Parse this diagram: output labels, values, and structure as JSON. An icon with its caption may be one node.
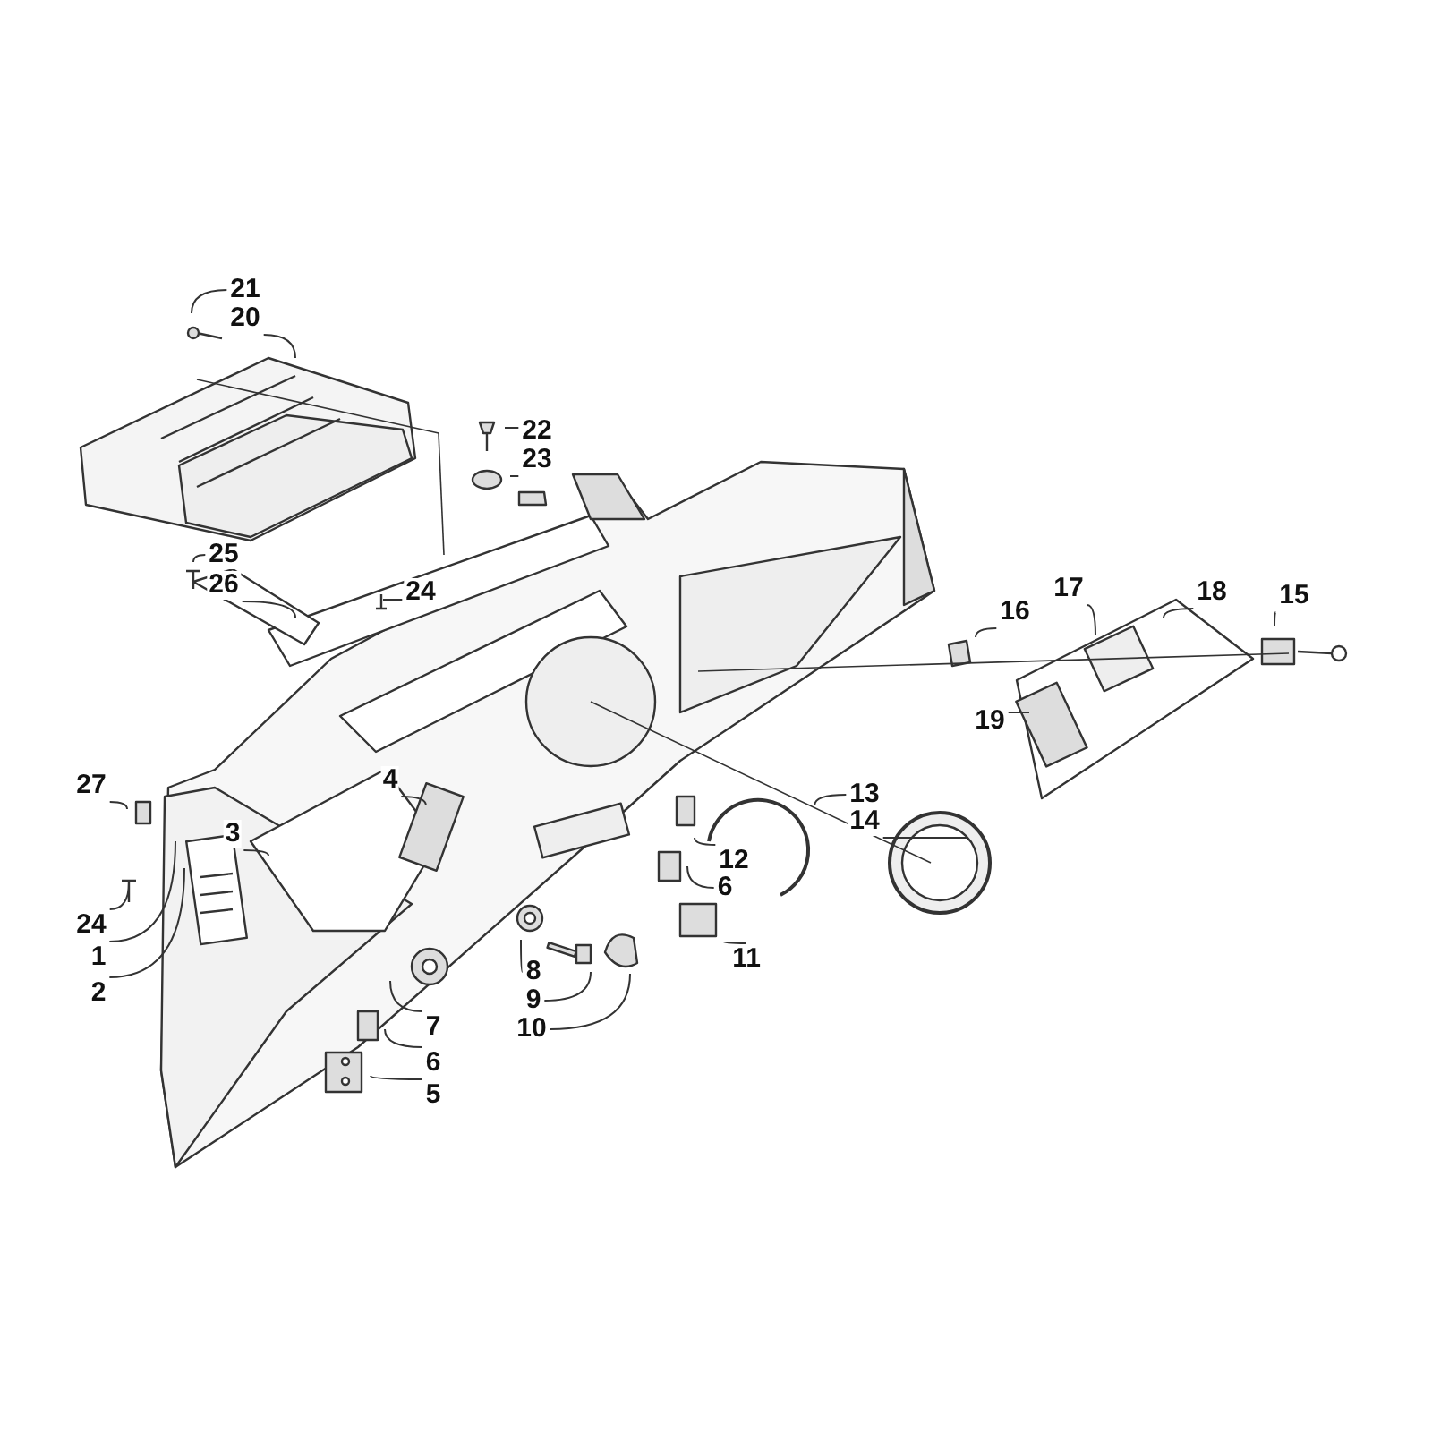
{
  "diagram": {
    "nodes": [
      {
        "text": [
          "21"
        ]
      },
      {
        "text": [
          "20"
        ]
      },
      {
        "text": [
          "22"
        ]
      },
      {
        "text": [
          "23"
        ]
      },
      {
        "text": [
          "25"
        ]
      },
      {
        "text": [
          "26"
        ]
      },
      {
        "text": [
          "24"
        ]
      },
      {
        "text": [
          "17"
        ]
      },
      {
        "text": [
          "18"
        ]
      },
      {
        "text": [
          "15"
        ]
      },
      {
        "text": [
          "16"
        ]
      },
      {
        "text": [
          "19"
        ]
      },
      {
        "text": [
          "4"
        ]
      },
      {
        "text": [
          "27"
        ]
      },
      {
        "text": [
          "13"
        ]
      },
      {
        "text": [
          "14"
        ]
      },
      {
        "text": [
          "3"
        ]
      },
      {
        "text": [
          "12"
        ]
      },
      {
        "text": [
          "6"
        ]
      },
      {
        "text": [
          "24"
        ]
      },
      {
        "text": [
          "1"
        ]
      },
      {
        "text": [
          "11"
        ]
      },
      {
        "text": [
          "8"
        ]
      },
      {
        "text": [
          "2"
        ]
      },
      {
        "text": [
          "9"
        ]
      },
      {
        "text": [
          "10"
        ]
      },
      {
        "text": [
          "7"
        ]
      },
      {
        "text": [
          "6"
        ]
      },
      {
        "text": [
          "5"
        ]
      }
    ],
    "edges": [
      {
        "from": 0,
        "to": null,
        "arrow": "none"
      },
      {
        "from": 1,
        "to": null,
        "arrow": "none"
      },
      {
        "from": 2,
        "to": null,
        "arrow": "none"
      },
      {
        "from": 3,
        "to": null,
        "arrow": "none"
      },
      {
        "from": 4,
        "to": null,
        "arrow": "none"
      },
      {
        "from": 5,
        "to": null,
        "arrow": "none"
      },
      {
        "from": 6,
        "to": null,
        "arrow": "none"
      },
      {
        "from": 7,
        "to": null,
        "arrow": "none"
      },
      {
        "from": 8,
        "to": null,
        "arrow": "none"
      },
      {
        "from": 9,
        "to": null,
        "arrow": "none"
      },
      {
        "from": 10,
        "to": null,
        "arrow": "none"
      },
      {
        "from": 11,
        "to": null,
        "arrow": "none"
      },
      {
        "from": 12,
        "to": null,
        "arrow": "none"
      },
      {
        "from": 13,
        "to": null,
        "arrow": "none"
      },
      {
        "from": 14,
        "to": null,
        "arrow": "none"
      },
      {
        "from": 15,
        "to": null,
        "arrow": "none"
      },
      {
        "from": 16,
        "to": null,
        "arrow": "none"
      },
      {
        "from": 17,
        "to": null,
        "arrow": "none"
      },
      {
        "from": 18,
        "to": null,
        "arrow": "none"
      },
      {
        "from": 19,
        "to": null,
        "arrow": "none"
      },
      {
        "from": 20,
        "to": null,
        "arrow": "none"
      },
      {
        "from": 21,
        "to": null,
        "arrow": "none"
      },
      {
        "from": 22,
        "to": null,
        "arrow": "none"
      },
      {
        "from": 23,
        "to": null,
        "arrow": "none"
      },
      {
        "from": 24,
        "to": null,
        "arrow": "none"
      },
      {
        "from": 25,
        "to": null,
        "arrow": "none"
      },
      {
        "from": 26,
        "to": null,
        "arrow": "none"
      },
      {
        "from": 27,
        "to": null,
        "arrow": "none"
      },
      {
        "from": 28,
        "to": null,
        "arrow": "none"
      }
    ]
  }
}
